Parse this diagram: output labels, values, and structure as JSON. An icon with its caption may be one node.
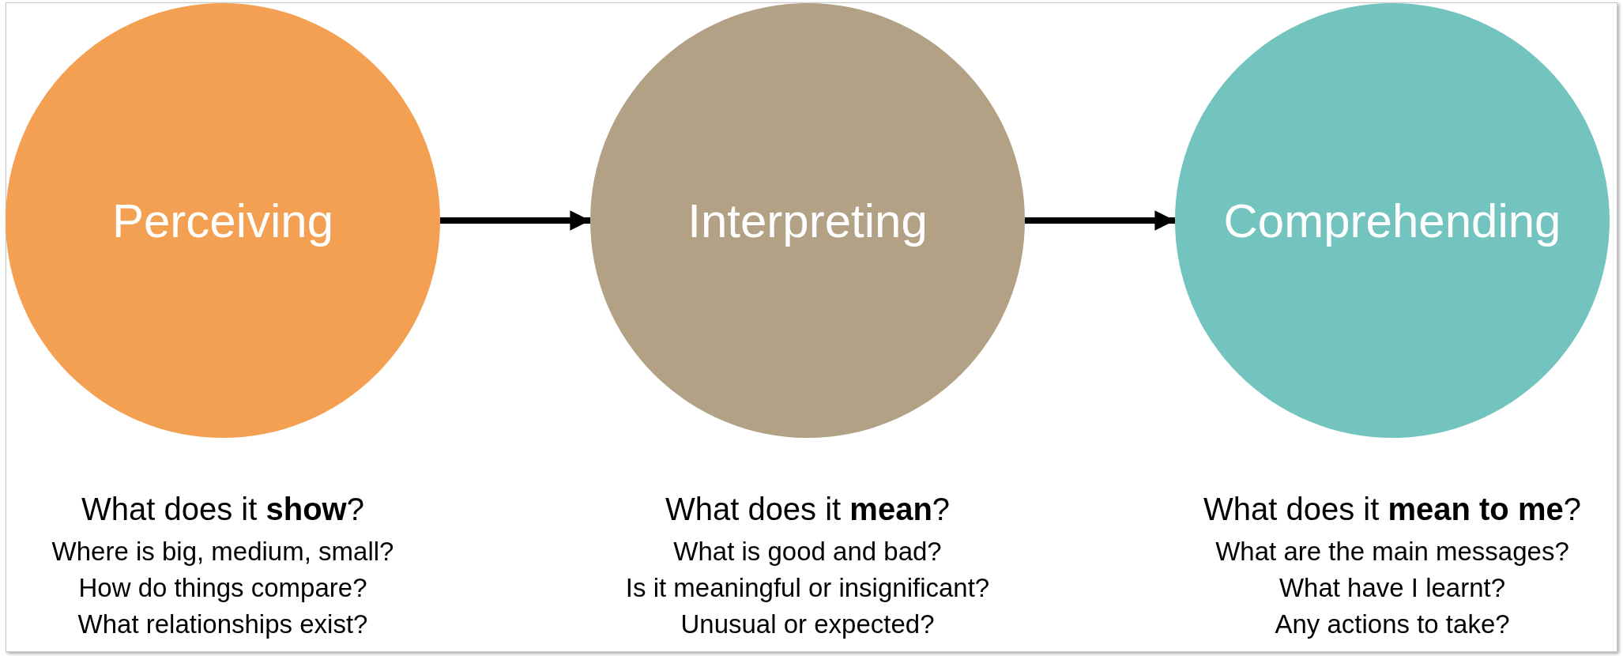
{
  "diagram": {
    "nodes": [
      {
        "text": [
          "Perceiving"
        ],
        "beside": [
          "What does it **show**?",
          "Where is big, medium, small?",
          "How do things compare?",
          "What relationships exist?"
        ]
      },
      {
        "text": [
          "Interpreting"
        ],
        "beside": [
          "What does it **mean**?",
          "What is good and bad?",
          "Is it meaningful or insignificant?",
          "Unusual or expected?"
        ]
      },
      {
        "text": [
          "Comprehending"
        ],
        "beside": [
          "What does it **mean to me**?",
          "What are the main messages?",
          "What have I learnt?",
          "Any actions to take?"
        ]
      }
    ],
    "edges": [
      {
        "from": 0,
        "to": 1,
        "arrow": "to"
      },
      {
        "from": 1,
        "to": 2,
        "arrow": "to"
      }
    ]
  }
}
